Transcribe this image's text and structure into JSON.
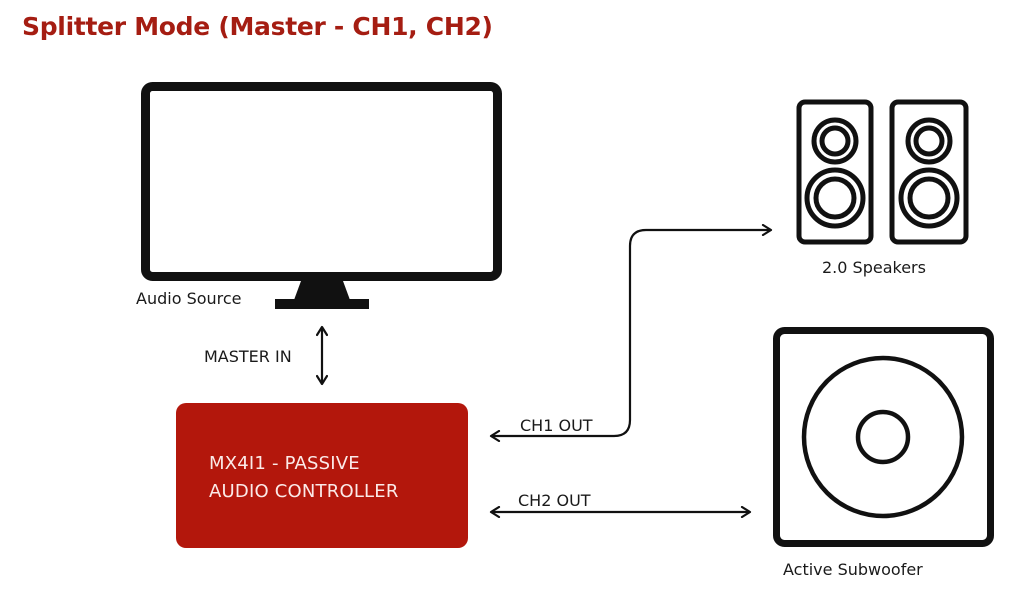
{
  "title": "Splitter Mode (Master - CH1, CH2)",
  "colors": {
    "title": "#a51d12",
    "controller_fill": "#b3170c",
    "stroke": "#111111"
  },
  "nodes": {
    "audio_source": {
      "label": "Audio Source",
      "icon": "monitor-icon"
    },
    "controller": {
      "line1": "MX4I1 - PASSIVE",
      "line2": "AUDIO CONTROLLER"
    },
    "speakers": {
      "label": "2.0 Speakers",
      "icon": "bookshelf-speakers-icon"
    },
    "subwoofer": {
      "label": "Active Subwoofer",
      "icon": "subwoofer-icon"
    }
  },
  "connections": [
    {
      "id": "master",
      "label": "MASTER IN",
      "from": "audio_source",
      "to": "controller",
      "bidirectional": true
    },
    {
      "id": "ch1",
      "label": "CH1 OUT",
      "from": "controller",
      "to": "speakers",
      "bidirectional": true
    },
    {
      "id": "ch2",
      "label": "CH2 OUT",
      "from": "controller",
      "to": "subwoofer",
      "bidirectional": true
    }
  ]
}
